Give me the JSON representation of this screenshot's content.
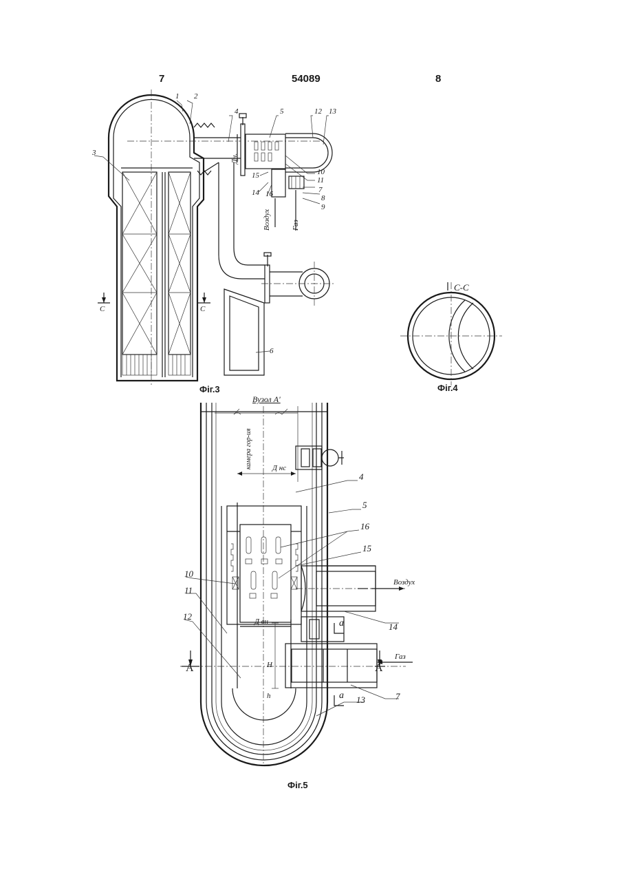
{
  "header": {
    "left_page": "7",
    "patent_number": "54089",
    "right_page": "8"
  },
  "fig3": {
    "caption": "Фіг.3",
    "callouts": [
      "1",
      "2",
      "3",
      "4",
      "5",
      "12",
      "13",
      "10",
      "11",
      "7",
      "8",
      "9",
      "14",
      "15",
      "16",
      "6"
    ],
    "flow_air": "Воздух",
    "flow_gas": "Газ",
    "dim_label": "Дн.",
    "section_marks": [
      "C",
      "C"
    ]
  },
  "fig4": {
    "caption": "Фіг.4",
    "section_title": "C-C"
  },
  "fig5": {
    "caption": "Фіг.5",
    "node_title": "Вузол А'",
    "chamber_label": "камера гор-ия",
    "dim_label": "Д нс",
    "dim_label2": "Д вн",
    "dim_H": "H",
    "dim_h": "h",
    "callouts": [
      "4",
      "5",
      "16",
      "15",
      "10",
      "11",
      "12",
      "14",
      "7",
      "13"
    ],
    "flow_air": "Воздух",
    "flow_gas": "Газ",
    "section_marks": [
      "A",
      "A"
    ],
    "section_a": [
      "a",
      "a"
    ]
  },
  "colors": {
    "ink": "#1a1a1a",
    "paper": "#ffffff"
  }
}
